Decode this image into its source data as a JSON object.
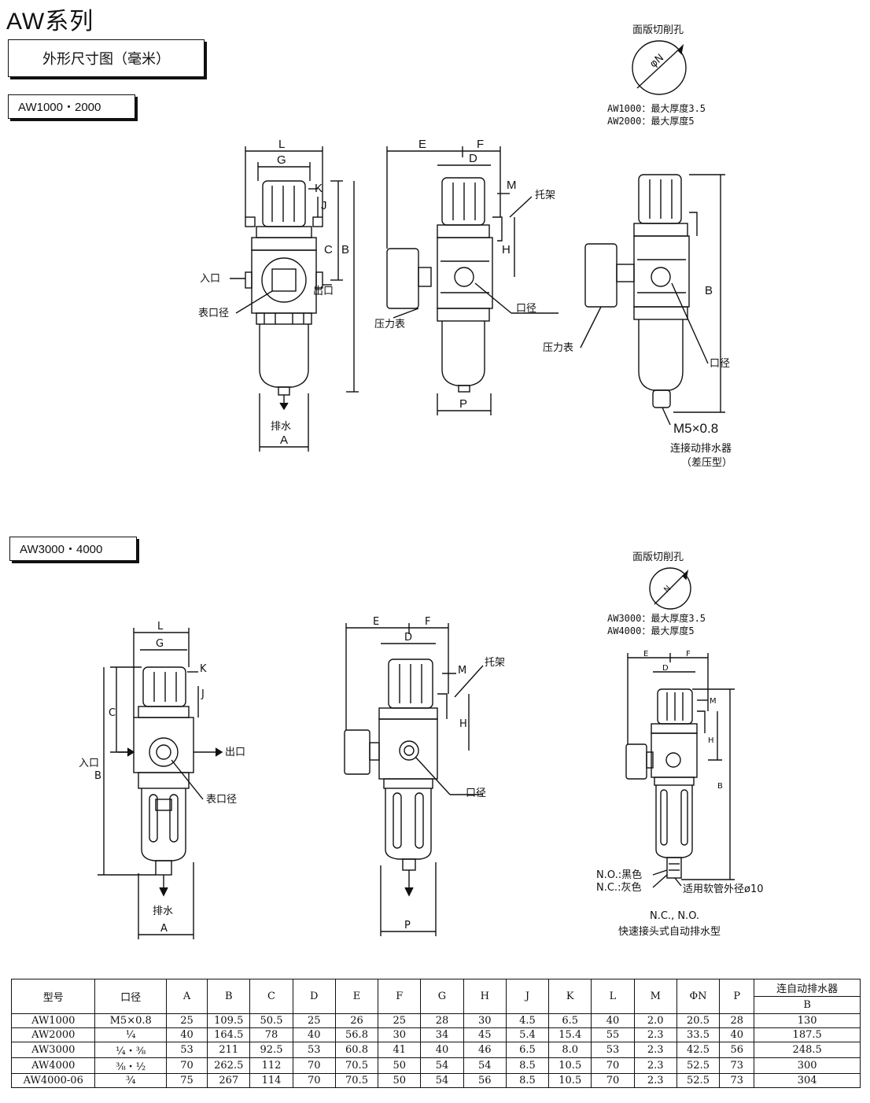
{
  "header": {
    "series_title": "AW系列",
    "subtitle": "外形尺寸图（毫米）"
  },
  "section_1": {
    "tag": "AW1000・2000",
    "front_view": {
      "dims": [
        "L",
        "G",
        "K",
        "J",
        "C",
        "B",
        "A"
      ],
      "inlet": "入口",
      "outlet": "出口",
      "gauge_port": "表口径",
      "drain": "排水"
    },
    "side_view": {
      "dims": [
        "E",
        "F",
        "D",
        "M",
        "H",
        "P"
      ],
      "bracket": "托架",
      "port": "口径",
      "gauge": "压力表"
    },
    "auto_drain_view": {
      "dim_b": "B",
      "gauge": "压力表",
      "port": "口径",
      "thread": "M5×0.8",
      "caption_1": "连接动排水器",
      "caption_2": "（差压型）"
    },
    "panel_cutout": {
      "title": "面版切削孔",
      "symbol": "φN",
      "note_1": "AW1000：最大厚度3.5",
      "note_2": "AW2000：最大厚度5"
    }
  },
  "section_2": {
    "tag": "AW3000・4000",
    "front_view": {
      "dims": [
        "L",
        "G",
        "K",
        "J",
        "C",
        "B",
        "A"
      ],
      "inlet": "入口",
      "outlet": "出口",
      "gauge_port": "表口径",
      "drain": "排水"
    },
    "side_view": {
      "dims": [
        "E",
        "F",
        "D",
        "M",
        "H",
        "P"
      ],
      "bracket": "托架",
      "port": "口径"
    },
    "auto_drain_view": {
      "dims": [
        "E",
        "F",
        "D",
        "M",
        "H",
        "B"
      ],
      "no_label": "N.O.:黑色",
      "nc_label": "N.C.:灰色",
      "hose": "适用软管外径ø10",
      "caption_1": "N.C., N.O.",
      "caption_2": "快速接头式自动排水型"
    },
    "panel_cutout": {
      "title": "面版切削孔",
      "symbol": "N",
      "note_1": "AW3000：最大厚度3.5",
      "note_2": "AW4000：最大厚度5"
    }
  },
  "spec_table": {
    "headers": [
      "型号",
      "口径",
      "A",
      "B",
      "C",
      "D",
      "E",
      "F",
      "G",
      "H",
      "J",
      "K",
      "L",
      "M",
      "ΦN",
      "P"
    ],
    "auto_drain_header": "连自动排水器",
    "auto_drain_sub": "B",
    "rows": [
      [
        "AW1000",
        "M5×0.8",
        "25",
        "109.5",
        "50.5",
        "25",
        "26",
        "25",
        "28",
        "30",
        "4.5",
        "6.5",
        "40",
        "2.0",
        "20.5",
        "28",
        "130"
      ],
      [
        "AW2000",
        "¼",
        "40",
        "164.5",
        "78",
        "40",
        "56.8",
        "30",
        "34",
        "45",
        "5.4",
        "15.4",
        "55",
        "2.3",
        "33.5",
        "40",
        "187.5"
      ],
      [
        "AW3000",
        "¼・⅜",
        "53",
        "211",
        "92.5",
        "53",
        "60.8",
        "41",
        "40",
        "46",
        "6.5",
        "8.0",
        "53",
        "2.3",
        "42.5",
        "56",
        "248.5"
      ],
      [
        "AW4000",
        "⅜・½",
        "70",
        "262.5",
        "112",
        "70",
        "70.5",
        "50",
        "54",
        "54",
        "8.5",
        "10.5",
        "70",
        "2.3",
        "52.5",
        "73",
        "300"
      ],
      [
        "AW4000-06",
        "¾",
        "75",
        "267",
        "114",
        "70",
        "70.5",
        "50",
        "54",
        "56",
        "8.5",
        "10.5",
        "70",
        "2.3",
        "52.5",
        "73",
        "304"
      ]
    ]
  }
}
